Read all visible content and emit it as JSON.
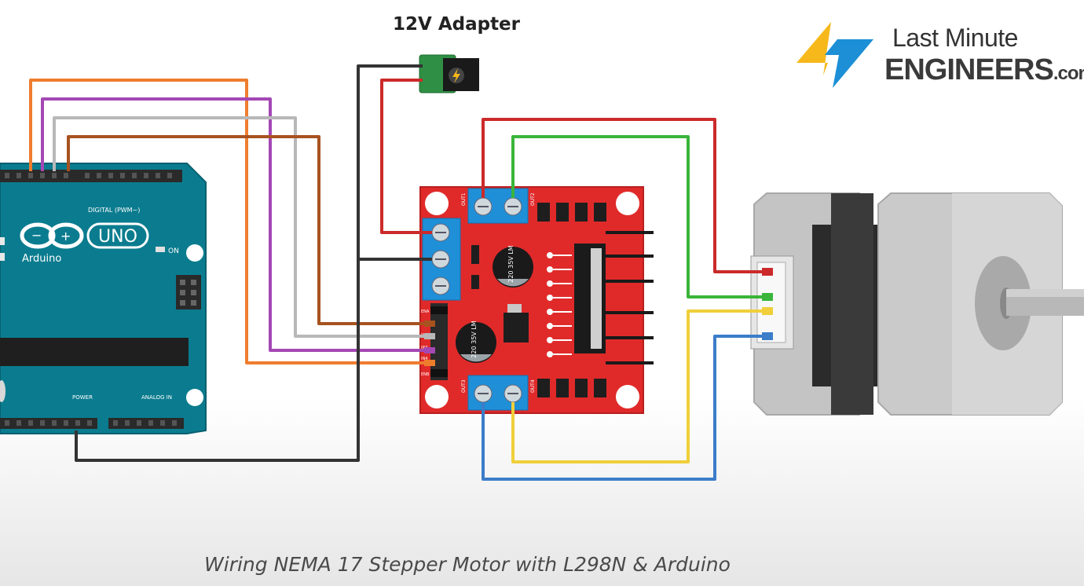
{
  "adapter_label": "12V Adapter",
  "logo": {
    "line1": "Last Minute",
    "line2": "ENGINEERS",
    "suffix": ".com",
    "icon": "lightning-bolt-icon",
    "colors": {
      "yellow": "#f6b81b",
      "blue": "#1c8fd6",
      "text": "#333333"
    }
  },
  "arduino": {
    "brand": "Arduino",
    "model": "UNO",
    "on_label": "ON",
    "digital_label": "DIGITAL (PWM~)",
    "power_label": "POWER",
    "analog_label": "ANALOG IN"
  },
  "driver": {
    "capacitor_label": "220 35V LM",
    "header_pins": [
      "ENA",
      "IN1",
      "IN2",
      "IN3",
      "IN4",
      "ENB"
    ],
    "out_labels": [
      "OUT1",
      "OUT2",
      "OUT3",
      "OUT4"
    ]
  },
  "wire_colors": {
    "orange": "#ef7d2e",
    "purple": "#a448b4",
    "gray": "#b8b8b8",
    "brown": "#a7521f",
    "red": "#cc2a2a",
    "green": "#3ab53a",
    "yellow": "#f0cf3a",
    "blue": "#3b7dc9",
    "black": "#333333"
  },
  "caption": "Wiring NEMA 17 Stepper Motor with L298N & Arduino"
}
